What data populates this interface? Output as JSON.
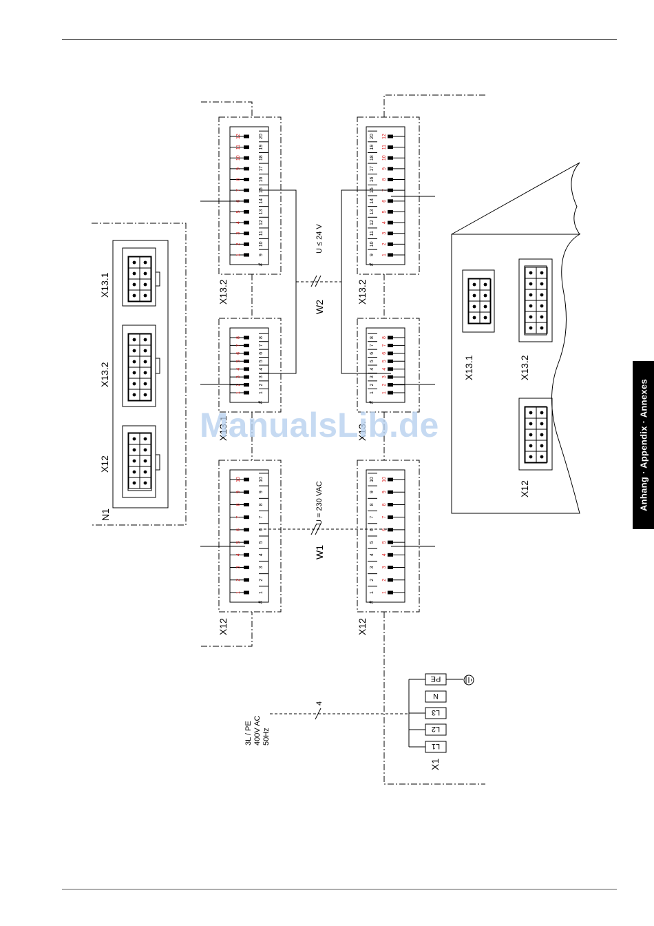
{
  "page": {
    "side_tab": "Anhang · Appendix · Annexes",
    "watermark": "ManualsLib.de"
  },
  "diagram": {
    "supply_line1": "3L / PE",
    "supply_line2": "400V AC",
    "supply_line3": "50Hz",
    "supply_wire_count": "4",
    "w1_label": "W1",
    "w2_label": "W2",
    "u230_label": "U = 230 VAC",
    "u24_label": "U ≤ 24 V",
    "n1_label": "N1",
    "x1_label": "X1",
    "terminals": [
      "PE",
      "N",
      "L3",
      "L2",
      "L1"
    ],
    "connectors": {
      "x12": "X12",
      "x13_1": "X13.1",
      "x13_2": "X13.2",
      "x13_trunc": "X13."
    },
    "pin_hash": "#"
  }
}
